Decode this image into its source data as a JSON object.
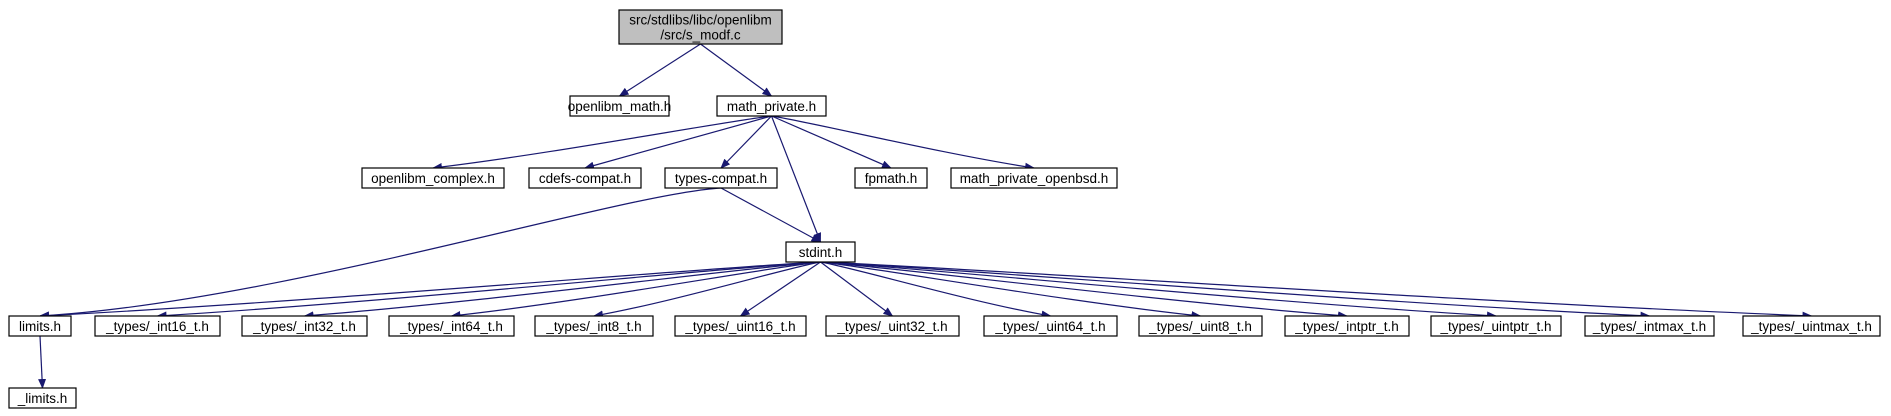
{
  "graph": {
    "colors": {
      "edge": "#191970",
      "root_fill": "#bfbfbf",
      "node_fill": "#ffffff",
      "border": "#000000"
    },
    "nodes": [
      {
        "id": "root",
        "lines": [
          "src/stdlibs/libc/openlibm",
          "/src/s_modf.c"
        ],
        "root": true
      },
      {
        "id": "openlibm_math",
        "lines": [
          "openlibm_math.h"
        ]
      },
      {
        "id": "math_private",
        "lines": [
          "math_private.h"
        ]
      },
      {
        "id": "openlibm_complex",
        "lines": [
          "openlibm_complex.h"
        ]
      },
      {
        "id": "cdefs_compat",
        "lines": [
          "cdefs-compat.h"
        ]
      },
      {
        "id": "types_compat",
        "lines": [
          "types-compat.h"
        ]
      },
      {
        "id": "fpmath",
        "lines": [
          "fpmath.h"
        ]
      },
      {
        "id": "math_private_openbsd",
        "lines": [
          "math_private_openbsd.h"
        ]
      },
      {
        "id": "stdint",
        "lines": [
          "stdint.h"
        ]
      },
      {
        "id": "limits",
        "lines": [
          "limits.h"
        ]
      },
      {
        "id": "int16",
        "lines": [
          "_types/_int16_t.h"
        ]
      },
      {
        "id": "int32",
        "lines": [
          "_types/_int32_t.h"
        ]
      },
      {
        "id": "int64",
        "lines": [
          "_types/_int64_t.h"
        ]
      },
      {
        "id": "int8",
        "lines": [
          "_types/_int8_t.h"
        ]
      },
      {
        "id": "uint16",
        "lines": [
          "_types/_uint16_t.h"
        ]
      },
      {
        "id": "uint32",
        "lines": [
          "_types/_uint32_t.h"
        ]
      },
      {
        "id": "uint64",
        "lines": [
          "_types/_uint64_t.h"
        ]
      },
      {
        "id": "uint8",
        "lines": [
          "_types/_uint8_t.h"
        ]
      },
      {
        "id": "intptr",
        "lines": [
          "_types/_intptr_t.h"
        ]
      },
      {
        "id": "uintptr",
        "lines": [
          "_types/_uintptr_t.h"
        ]
      },
      {
        "id": "intmax",
        "lines": [
          "_types/_intmax_t.h"
        ]
      },
      {
        "id": "uintmax",
        "lines": [
          "_types/_uintmax_t.h"
        ]
      },
      {
        "id": "_limits",
        "lines": [
          "_limits.h"
        ]
      }
    ],
    "edges": [
      [
        "root",
        "openlibm_math"
      ],
      [
        "root",
        "math_private"
      ],
      [
        "math_private",
        "openlibm_complex"
      ],
      [
        "math_private",
        "cdefs_compat"
      ],
      [
        "math_private",
        "types_compat"
      ],
      [
        "math_private",
        "stdint"
      ],
      [
        "math_private",
        "fpmath"
      ],
      [
        "math_private",
        "math_private_openbsd"
      ],
      [
        "types_compat",
        "limits"
      ],
      [
        "types_compat",
        "stdint"
      ],
      [
        "stdint",
        "limits"
      ],
      [
        "stdint",
        "int16"
      ],
      [
        "stdint",
        "int32"
      ],
      [
        "stdint",
        "int64"
      ],
      [
        "stdint",
        "int8"
      ],
      [
        "stdint",
        "uint16"
      ],
      [
        "stdint",
        "uint32"
      ],
      [
        "stdint",
        "uint64"
      ],
      [
        "stdint",
        "uint8"
      ],
      [
        "stdint",
        "intptr"
      ],
      [
        "stdint",
        "uintptr"
      ],
      [
        "stdint",
        "intmax"
      ],
      [
        "stdint",
        "uintmax"
      ],
      [
        "limits",
        "_limits"
      ]
    ]
  }
}
